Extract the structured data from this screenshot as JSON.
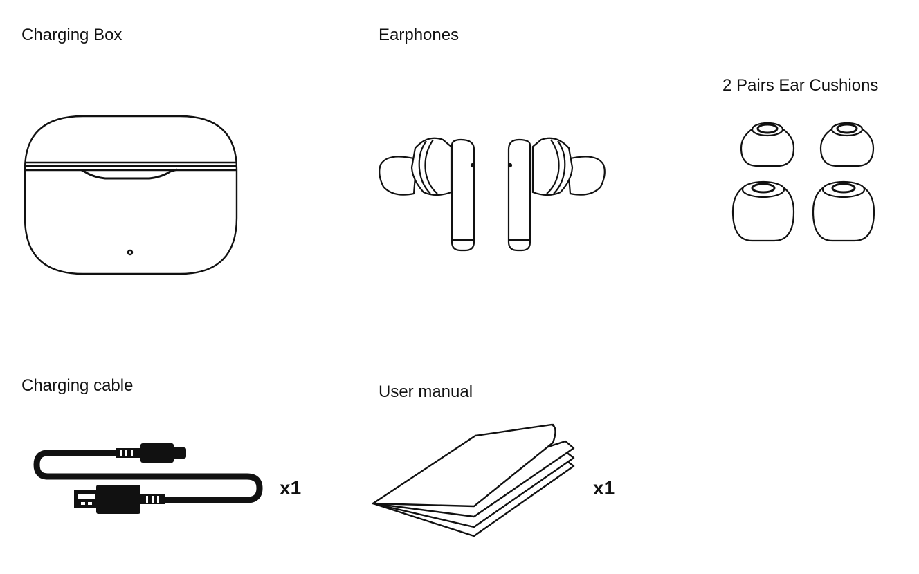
{
  "items": [
    {
      "key": "charging_box",
      "label": "Charging Box",
      "icon": "charging-box-icon"
    },
    {
      "key": "earphones",
      "label": "Earphones",
      "icon": "earphones-icon"
    },
    {
      "key": "ear_cushions",
      "label": "2 Pairs Ear Cushions",
      "icon": "ear-cushions-icon"
    },
    {
      "key": "charging_cable",
      "label": "Charging cable",
      "icon": "usb-cable-icon",
      "quantity": "x1"
    },
    {
      "key": "user_manual",
      "label": "User manual",
      "icon": "user-manual-icon",
      "quantity": "x1"
    }
  ],
  "colors": {
    "stroke": "#111111",
    "background": "#ffffff"
  }
}
